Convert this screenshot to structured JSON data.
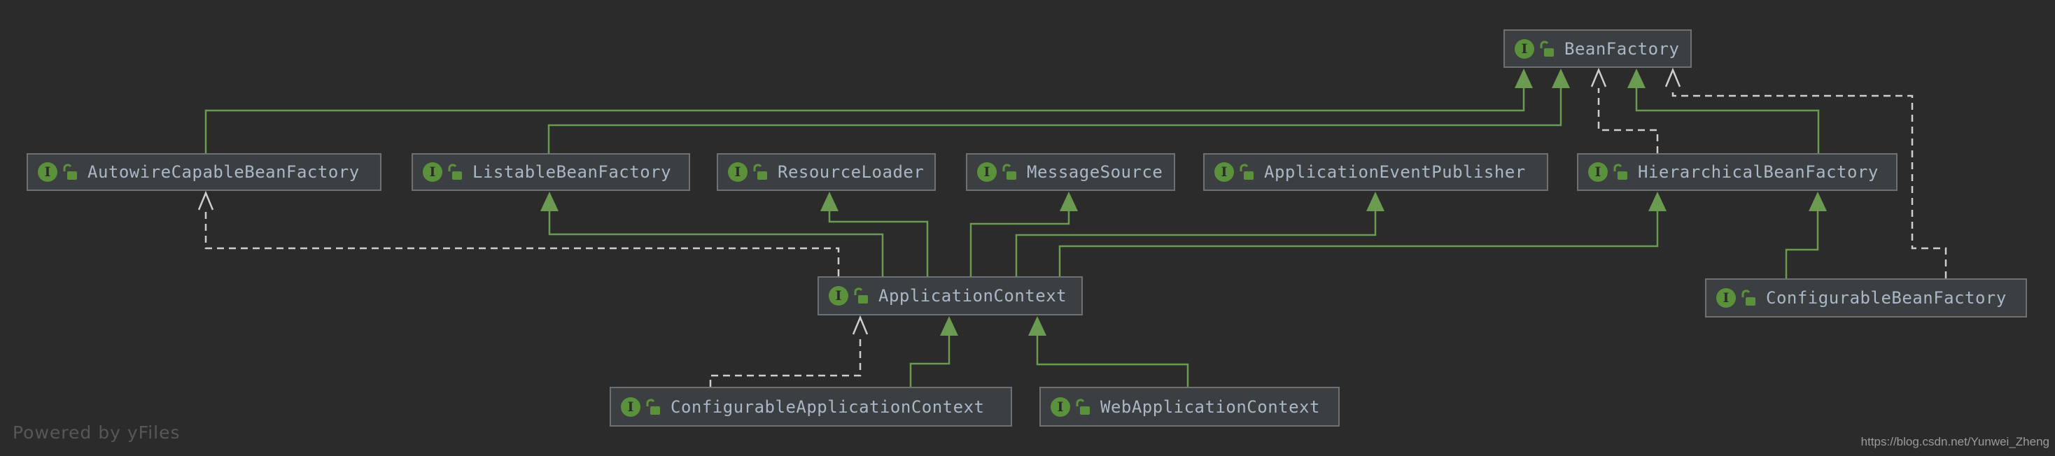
{
  "diagram": {
    "nodes": [
      {
        "id": "BeanFactory",
        "label": "BeanFactory",
        "kind": "interface",
        "access": "unlocked"
      },
      {
        "id": "AutowireCapableBeanFactory",
        "label": "AutowireCapableBeanFactory",
        "kind": "interface",
        "access": "unlocked"
      },
      {
        "id": "ListableBeanFactory",
        "label": "ListableBeanFactory",
        "kind": "interface",
        "access": "unlocked"
      },
      {
        "id": "ResourceLoader",
        "label": "ResourceLoader",
        "kind": "interface",
        "access": "unlocked"
      },
      {
        "id": "MessageSource",
        "label": "MessageSource",
        "kind": "interface",
        "access": "unlocked"
      },
      {
        "id": "ApplicationEventPublisher",
        "label": "ApplicationEventPublisher",
        "kind": "interface",
        "access": "unlocked"
      },
      {
        "id": "HierarchicalBeanFactory",
        "label": "HierarchicalBeanFactory",
        "kind": "interface",
        "access": "unlocked"
      },
      {
        "id": "ApplicationContext",
        "label": "ApplicationContext",
        "kind": "interface",
        "access": "unlocked"
      },
      {
        "id": "ConfigurableBeanFactory",
        "label": "ConfigurableBeanFactory",
        "kind": "interface",
        "access": "unlocked"
      },
      {
        "id": "ConfigurableApplicationContext",
        "label": "ConfigurableApplicationContext",
        "kind": "interface",
        "access": "unlocked"
      },
      {
        "id": "WebApplicationContext",
        "label": "WebApplicationContext",
        "kind": "interface",
        "access": "unlocked"
      }
    ],
    "edges": [
      {
        "from": "AutowireCapableBeanFactory",
        "to": "BeanFactory",
        "type": "extends"
      },
      {
        "from": "ListableBeanFactory",
        "to": "BeanFactory",
        "type": "extends"
      },
      {
        "from": "HierarchicalBeanFactory",
        "to": "BeanFactory",
        "type": "extends"
      },
      {
        "from": "HierarchicalBeanFactory",
        "to": "BeanFactory",
        "type": "dependency"
      },
      {
        "from": "ConfigurableBeanFactory",
        "to": "HierarchicalBeanFactory",
        "type": "extends"
      },
      {
        "from": "ConfigurableBeanFactory",
        "to": "BeanFactory",
        "type": "dependency"
      },
      {
        "from": "ApplicationContext",
        "to": "ListableBeanFactory",
        "type": "extends"
      },
      {
        "from": "ApplicationContext",
        "to": "ResourceLoader",
        "type": "extends"
      },
      {
        "from": "ApplicationContext",
        "to": "MessageSource",
        "type": "extends"
      },
      {
        "from": "ApplicationContext",
        "to": "ApplicationEventPublisher",
        "type": "extends"
      },
      {
        "from": "ApplicationContext",
        "to": "HierarchicalBeanFactory",
        "type": "extends"
      },
      {
        "from": "ApplicationContext",
        "to": "AutowireCapableBeanFactory",
        "type": "dependency"
      },
      {
        "from": "ConfigurableApplicationContext",
        "to": "ApplicationContext",
        "type": "extends"
      },
      {
        "from": "ConfigurableApplicationContext",
        "to": "ApplicationContext",
        "type": "dependency"
      },
      {
        "from": "WebApplicationContext",
        "to": "ApplicationContext",
        "type": "extends"
      }
    ],
    "icons": {
      "kind": "interface-circle-I",
      "access": "unlocked-padlock"
    }
  },
  "watermark": {
    "powered_by": "Powered by ",
    "brand": "yFiles"
  },
  "footer_url": "https://blog.csdn.net/Yunwei_Zheng",
  "colors": {
    "background": "#2b2b2b",
    "node_fill": "#3c3f41",
    "node_border": "#6e7173",
    "label_text": "#a9b7c6",
    "extends_edge": "#6b9b51",
    "dependency_edge": "#cecece",
    "icon_green": "#5c913b"
  }
}
